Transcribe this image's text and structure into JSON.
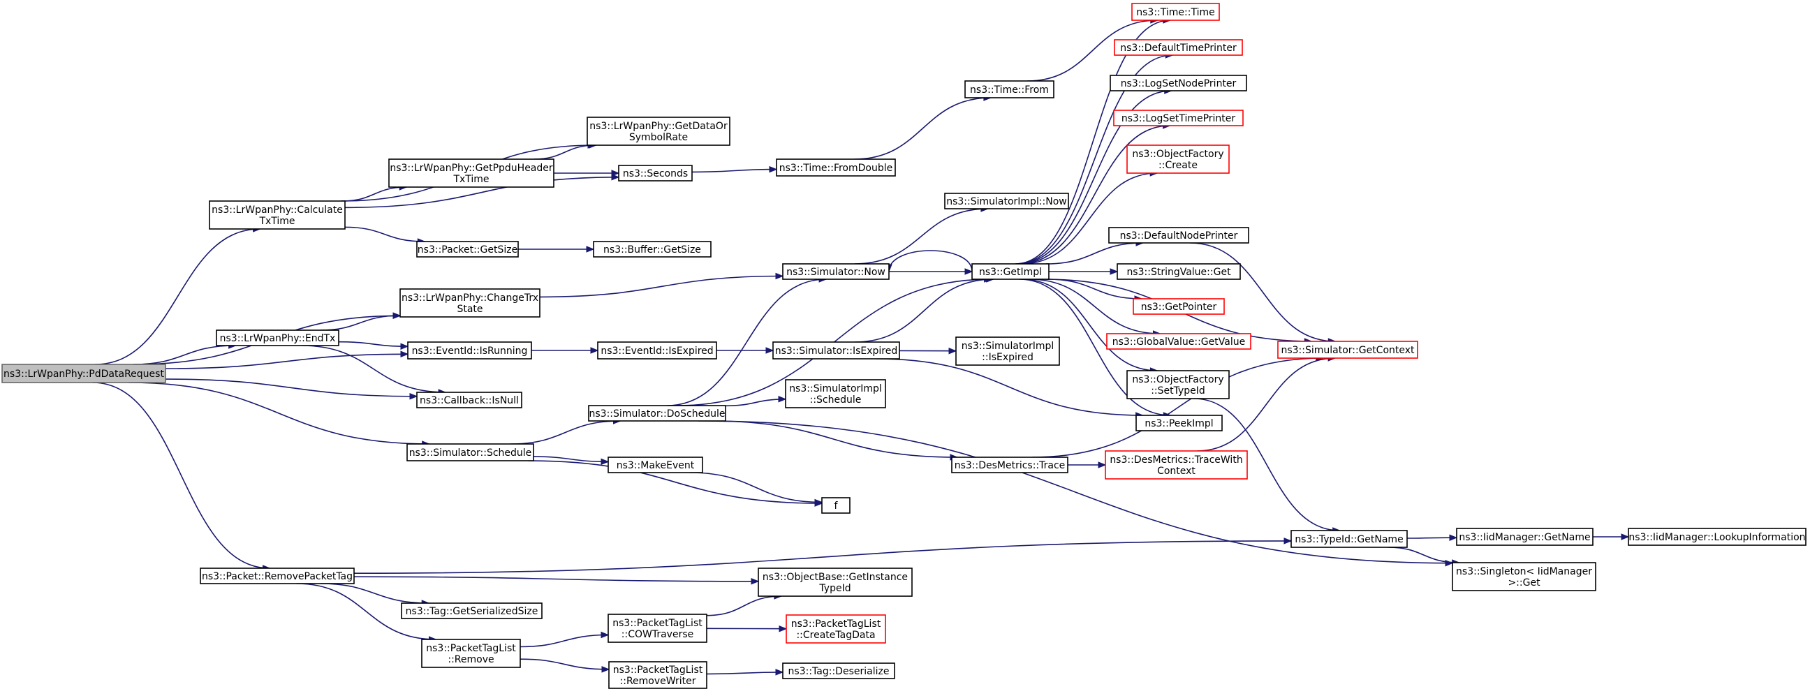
{
  "colors": {
    "edge": "#191970",
    "node_border": "#000000",
    "truncated_border": "#ff0000",
    "root_fill": "#bfbfbf",
    "root_border": "#666666"
  },
  "nodes": [
    {
      "id": "pddatarequest",
      "lines": [
        "ns3::LrWpanPhy::PdDataRequest"
      ],
      "style": "root"
    },
    {
      "id": "calculatetxtime",
      "lines": [
        "ns3::LrWpanPhy::Calculate",
        "TxTime"
      ],
      "style": "normal"
    },
    {
      "id": "changetrxstate",
      "lines": [
        "ns3::LrWpanPhy::ChangeTrx",
        "State"
      ],
      "style": "normal"
    },
    {
      "id": "endtx",
      "lines": [
        "ns3::LrWpanPhy::EndTx"
      ],
      "style": "normal"
    },
    {
      "id": "eventid-isrunning",
      "lines": [
        "ns3::EventId::IsRunning"
      ],
      "style": "normal"
    },
    {
      "id": "callback-isnull",
      "lines": [
        "ns3::Callback::IsNull"
      ],
      "style": "normal"
    },
    {
      "id": "simulator-schedule",
      "lines": [
        "ns3::Simulator::Schedule"
      ],
      "style": "normal"
    },
    {
      "id": "removepackettag",
      "lines": [
        "ns3::Packet::RemovePacketTag"
      ],
      "style": "normal"
    },
    {
      "id": "getdataorsymbolrate",
      "lines": [
        "ns3::LrWpanPhy::GetDataOr",
        "SymbolRate"
      ],
      "style": "normal"
    },
    {
      "id": "getppduheadertxtime",
      "lines": [
        "ns3::LrWpanPhy::GetPpduHeader",
        "TxTime"
      ],
      "style": "normal"
    },
    {
      "id": "seconds",
      "lines": [
        "ns3::Seconds"
      ],
      "style": "normal"
    },
    {
      "id": "packet-getsize",
      "lines": [
        "ns3::Packet::GetSize"
      ],
      "style": "normal"
    },
    {
      "id": "buffer-getsize",
      "lines": [
        "ns3::Buffer::GetSize"
      ],
      "style": "normal"
    },
    {
      "id": "time-fromdouble",
      "lines": [
        "ns3::Time::FromDouble"
      ],
      "style": "normal"
    },
    {
      "id": "time-from",
      "lines": [
        "ns3::Time::From"
      ],
      "style": "normal"
    },
    {
      "id": "time-time",
      "lines": [
        "ns3::Time::Time"
      ],
      "style": "truncated"
    },
    {
      "id": "simulator-now",
      "lines": [
        "ns3::Simulator::Now"
      ],
      "style": "normal"
    },
    {
      "id": "simulatorimpl-now",
      "lines": [
        "ns3::SimulatorImpl::Now"
      ],
      "style": "normal"
    },
    {
      "id": "getimpl",
      "lines": [
        "ns3::GetImpl"
      ],
      "style": "normal"
    },
    {
      "id": "eventid-isexpired",
      "lines": [
        "ns3::EventId::IsExpired"
      ],
      "style": "normal"
    },
    {
      "id": "simulator-isexpired",
      "lines": [
        "ns3::Simulator::IsExpired"
      ],
      "style": "normal"
    },
    {
      "id": "simulatorimpl-isexpired",
      "lines": [
        "ns3::SimulatorImpl",
        "::IsExpired"
      ],
      "style": "normal"
    },
    {
      "id": "simulator-doschedule",
      "lines": [
        "ns3::Simulator::DoSchedule"
      ],
      "style": "normal"
    },
    {
      "id": "simulatorimpl-schedule",
      "lines": [
        "ns3::SimulatorImpl",
        "::Schedule"
      ],
      "style": "normal"
    },
    {
      "id": "makeevent",
      "lines": [
        "ns3::MakeEvent"
      ],
      "style": "normal"
    },
    {
      "id": "f",
      "lines": [
        "f"
      ],
      "style": "normal"
    },
    {
      "id": "desmetrics-trace",
      "lines": [
        "ns3::DesMetrics::Trace"
      ],
      "style": "normal"
    },
    {
      "id": "desmetrics-tracewithcontext",
      "lines": [
        "ns3::DesMetrics::TraceWith",
        "Context"
      ],
      "style": "truncated"
    },
    {
      "id": "defaulttimeprinter",
      "lines": [
        "ns3::DefaultTimePrinter"
      ],
      "style": "truncated"
    },
    {
      "id": "logsetnodeprinter",
      "lines": [
        "ns3::LogSetNodePrinter"
      ],
      "style": "normal"
    },
    {
      "id": "logsettimeprinter",
      "lines": [
        "ns3::LogSetTimePrinter"
      ],
      "style": "truncated"
    },
    {
      "id": "objectfactory-create",
      "lines": [
        "ns3::ObjectFactory",
        "::Create"
      ],
      "style": "truncated"
    },
    {
      "id": "defaultnodeprinter",
      "lines": [
        "ns3::DefaultNodePrinter"
      ],
      "style": "normal"
    },
    {
      "id": "stringvalue-get",
      "lines": [
        "ns3::StringValue::Get"
      ],
      "style": "normal"
    },
    {
      "id": "getpointer",
      "lines": [
        "ns3::GetPointer"
      ],
      "style": "truncated"
    },
    {
      "id": "globalvalue-getvalue",
      "lines": [
        "ns3::GlobalValue::GetValue"
      ],
      "style": "truncated"
    },
    {
      "id": "objectfactory-settypeid",
      "lines": [
        "ns3::ObjectFactory",
        "::SetTypeId"
      ],
      "style": "normal"
    },
    {
      "id": "peekimpl",
      "lines": [
        "ns3::PeekImpl"
      ],
      "style": "normal"
    },
    {
      "id": "simulator-getcontext",
      "lines": [
        "ns3::Simulator::GetContext"
      ],
      "style": "truncated"
    },
    {
      "id": "typeid-getname",
      "lines": [
        "ns3::TypeId::GetName"
      ],
      "style": "normal"
    },
    {
      "id": "iidmanager-getname",
      "lines": [
        "ns3::IidManager::GetName"
      ],
      "style": "normal"
    },
    {
      "id": "iidmanager-lookupinformation",
      "lines": [
        "ns3::IidManager::LookupInformation"
      ],
      "style": "normal"
    },
    {
      "id": "singleton-get",
      "lines": [
        "ns3::Singleton< IidManager",
        " >::Get"
      ],
      "style": "normal"
    },
    {
      "id": "getinstancetypeid",
      "lines": [
        "ns3::ObjectBase::GetInstance",
        "TypeId"
      ],
      "style": "normal"
    },
    {
      "id": "tag-getserializedsize",
      "lines": [
        "ns3::Tag::GetSerializedSize"
      ],
      "style": "normal"
    },
    {
      "id": "packettaglist-remove",
      "lines": [
        "ns3::PacketTagList",
        "::Remove"
      ],
      "style": "normal"
    },
    {
      "id": "packettaglist-cowtraverse",
      "lines": [
        "ns3::PacketTagList",
        "::COWTraverse"
      ],
      "style": "normal"
    },
    {
      "id": "packettaglist-createtagdata",
      "lines": [
        "ns3::PacketTagList",
        "::CreateTagData"
      ],
      "style": "truncated"
    },
    {
      "id": "packettaglist-removewriter",
      "lines": [
        "ns3::PacketTagList",
        "::RemoveWriter"
      ],
      "style": "normal"
    },
    {
      "id": "tag-deserialize",
      "lines": [
        "ns3::Tag::Deserialize"
      ],
      "style": "normal"
    }
  ],
  "edges": [
    [
      "pddatarequest",
      "calculatetxtime"
    ],
    [
      "pddatarequest",
      "changetrxstate"
    ],
    [
      "pddatarequest",
      "endtx"
    ],
    [
      "pddatarequest",
      "eventid-isrunning"
    ],
    [
      "pddatarequest",
      "callback-isnull"
    ],
    [
      "pddatarequest",
      "simulator-schedule"
    ],
    [
      "pddatarequest",
      "removepackettag"
    ],
    [
      "calculatetxtime",
      "getdataorsymbolrate"
    ],
    [
      "calculatetxtime",
      "getppduheadertxtime"
    ],
    [
      "calculatetxtime",
      "seconds"
    ],
    [
      "calculatetxtime",
      "packet-getsize"
    ],
    [
      "getppduheadertxtime",
      "getdataorsymbolrate"
    ],
    [
      "getppduheadertxtime",
      "seconds"
    ],
    [
      "seconds",
      "time-fromdouble"
    ],
    [
      "time-fromdouble",
      "time-from"
    ],
    [
      "time-from",
      "time-time"
    ],
    [
      "packet-getsize",
      "buffer-getsize"
    ],
    [
      "changetrxstate",
      "simulator-now"
    ],
    [
      "endtx",
      "changetrxstate"
    ],
    [
      "endtx",
      "eventid-isrunning"
    ],
    [
      "endtx",
      "callback-isnull"
    ],
    [
      "eventid-isrunning",
      "eventid-isexpired"
    ],
    [
      "eventid-isexpired",
      "simulator-isexpired"
    ],
    [
      "simulator-isexpired",
      "getimpl"
    ],
    [
      "simulator-isexpired",
      "simulatorimpl-isexpired"
    ],
    [
      "simulator-isexpired",
      "peekimpl"
    ],
    [
      "simulator-now",
      "simulatorimpl-now"
    ],
    [
      "simulator-now",
      "getimpl"
    ],
    [
      "getimpl",
      "simulator-now"
    ],
    [
      "getimpl",
      "time-time"
    ],
    [
      "getimpl",
      "defaulttimeprinter"
    ],
    [
      "getimpl",
      "logsetnodeprinter"
    ],
    [
      "getimpl",
      "logsettimeprinter"
    ],
    [
      "getimpl",
      "objectfactory-create"
    ],
    [
      "getimpl",
      "defaultnodeprinter"
    ],
    [
      "getimpl",
      "stringvalue-get"
    ],
    [
      "getimpl",
      "getpointer"
    ],
    [
      "getimpl",
      "globalvalue-getvalue"
    ],
    [
      "getimpl",
      "objectfactory-settypeid"
    ],
    [
      "getimpl",
      "peekimpl"
    ],
    [
      "getimpl",
      "simulator-getcontext"
    ],
    [
      "defaultnodeprinter",
      "simulator-getcontext"
    ],
    [
      "objectfactory-settypeid",
      "typeid-getname"
    ],
    [
      "simulator-schedule",
      "simulator-doschedule"
    ],
    [
      "simulator-schedule",
      "makeevent"
    ],
    [
      "simulator-schedule",
      "f"
    ],
    [
      "makeevent",
      "f"
    ],
    [
      "simulator-doschedule",
      "simulator-now"
    ],
    [
      "simulator-doschedule",
      "getimpl"
    ],
    [
      "simulator-doschedule",
      "simulatorimpl-schedule"
    ],
    [
      "simulator-doschedule",
      "desmetrics-trace"
    ],
    [
      "simulator-doschedule",
      "singleton-get"
    ],
    [
      "desmetrics-trace",
      "desmetrics-tracewithcontext"
    ],
    [
      "desmetrics-trace",
      "simulator-getcontext"
    ],
    [
      "desmetrics-tracewithcontext",
      "simulator-getcontext"
    ],
    [
      "typeid-getname",
      "iidmanager-getname"
    ],
    [
      "typeid-getname",
      "singleton-get"
    ],
    [
      "iidmanager-getname",
      "iidmanager-lookupinformation"
    ],
    [
      "removepackettag",
      "typeid-getname"
    ],
    [
      "removepackettag",
      "getinstancetypeid"
    ],
    [
      "removepackettag",
      "tag-getserializedsize"
    ],
    [
      "removepackettag",
      "packettaglist-remove"
    ],
    [
      "packettaglist-remove",
      "packettaglist-cowtraverse"
    ],
    [
      "packettaglist-remove",
      "packettaglist-removewriter"
    ],
    [
      "packettaglist-cowtraverse",
      "getinstancetypeid"
    ],
    [
      "packettaglist-cowtraverse",
      "packettaglist-createtagdata"
    ],
    [
      "packettaglist-removewriter",
      "tag-deserialize"
    ]
  ]
}
